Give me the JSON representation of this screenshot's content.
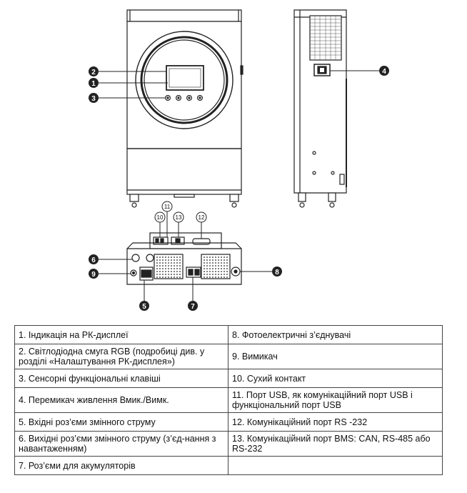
{
  "callouts": {
    "c1": "1",
    "c2": "2",
    "c3": "3",
    "c4": "4",
    "c5": "5",
    "c6": "6",
    "c7": "7",
    "c8": "8",
    "c9": "9",
    "c10": "10",
    "c11": "11",
    "c12": "12",
    "c13": "13"
  },
  "legend": {
    "rows": [
      {
        "left": "1. Індикація на РК-дисплеї",
        "right": "8. Фотоелектричні з’єднувачі"
      },
      {
        "left": "2. Світлодіодна смуга RGB (подробиці див. у розділі «Налаштування РК-дисплея»)",
        "right": "9. Вимикач"
      },
      {
        "left": "3. Сенсорні функціональні клавіші",
        "right": "10. Сухий контакт"
      },
      {
        "left": "4. Перемикач живлення Вмик./Вимк.",
        "right": "11. Порт USB, як комунікаційний порт USB і функціональний порт USB"
      },
      {
        "left": "5. Вхідні роз’єми змінного струму",
        "right": "12. Комунікаційний порт RS -232"
      },
      {
        "left": "6. Вихідні роз’єми змінного струму (з’єд-нання з навантаженням)",
        "right": "13. Комунікаційний порт BMS: CAN, RS-485 або RS-232"
      },
      {
        "left": "7. Роз’єми для акумуляторів",
        "right": ""
      }
    ]
  }
}
